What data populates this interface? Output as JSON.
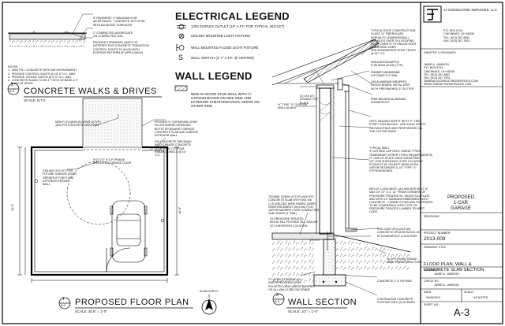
{
  "general_notes": {
    "items": [
      "NOTES:",
      "1.  4000 P.S.I. CONCRETE WITH AIR ENTRAINMENT",
      "2.  PROVIDE CONTROL JOINTS @ 10'-0\" O.C. MAX.",
      "3.  PROVIDE TOOLED JOINTS @ 4'-0\" O.C. MAX.",
      "4.  CONCRETE SLABS TO BE 4\" THICK W/ BASE & 2\"",
      "    THICK AT DRIVE."
    ],
    "top_labels": [
      "5\" PAVEMENT, 4\" WALKWAYS OR",
      "AS DETAILED.  CONCRETE SET LEVEL",
      "WITH ADJACENT SURFACES"
    ],
    "compact_label": [
      "2\" COMPACTED AGGREGATE",
      "ON COMPACTED SOIL"
    ],
    "expansion_label": [
      "PROVIDE EXPANSION JOINTS AT",
      "INTERSECTING CONCRETE TRANSITION.",
      "CONTROL JOINTS TO ALIGN WITH",
      "EXISTING PATTERN (IF APPLICABLE)"
    ]
  },
  "walks_drives": {
    "number": "2",
    "sheet": "A-3",
    "title": "CONCRETE WALKS & DRIVES",
    "scale": "SCALE: N.T.S"
  },
  "electrical_legend": {
    "title": "ELECTRICAL LEGEND",
    "items": [
      "120V DUPLEX OUTLET (18\" A.F.F. FOR TYPICAL OUTLET)",
      "CEILING MOUNTED LIGHT FIXTURE",
      "WALL MOUNTED FLOOD LIGHT FIXTURE",
      "WALL SWITCH (3'-7\" A.F.F. @ CENTER)"
    ],
    "switch_symbol": "S"
  },
  "wall_legend": {
    "title": "WALL LEGEND",
    "text": [
      "NEW 2X WOOD STUD WALL WITH ½\"",
      "GYPSUM BOARD ON ONE SIDE AND",
      "EXTERIOR SHEATHING/VINYL SIDING ON",
      "OTHER SIDE."
    ]
  },
  "floor_plan": {
    "number": "1",
    "sheet": "A-3",
    "title": "PROPOSED FLOOR PLAN",
    "scale": "SCALE: 3/16\" = 1'-0\"",
    "north": "PLAN NORTH",
    "notes": {
      "slab": [
        "NEW P-4\"(X)6X6-W1.4XW1.4(TYP.)",
        "3000 PSI CONCRETE DRIVEWAY"
      ],
      "expansion": [
        "PROVIDE ½\" EXPANSION JOINT",
        "FILLED WHERE DRIVEWAY",
        "BUTTS UP AGAINST GARAGE.",
        "CONCRETE SLAB AND GARAGE",
        "EXTERIOR WALL"
      ],
      "pin": [
        "PIN CONCRETE DRIVEWAY",
        "INTO GARAGE CONCRETE",
        "SLAB WITH 1\"(TYP.)#4",
        "REBAR DOWELS @ 16\"",
        "O.C."
      ],
      "door": [
        "9\"0\"X7'0\" R.S.P.-PRAISE",
        "INSULATED GARAGE DOOR"
      ],
      "ceiling": [
        "CEILING OUTLET FOR",
        "FUTURE GARAGE DOOR",
        "OPENER IF FIGHT AND",
        "A FROM EXTERIOR",
        "WALL"
      ],
      "left_dim": "18'-0\"",
      "right_dim": "16'-0\""
    }
  },
  "wall_section": {
    "number": "3",
    "sheet": "A-3",
    "title": "WALL SECTION",
    "scale": "SCALE: 1/2\" = 1'-0\"",
    "left_notes": {
      "top_plate": [
        "(2) 2X4 (3\")",
        "DOUBLE TOP",
        "PLATE"
      ],
      "gyp": [
        "½\" TYPE \"X\" GYPSUM",
        "WALL BOARD"
      ],
      "trowel": [
        "TROWEL FINISH 4\"(TYP) 4000 PSI",
        "CONCRETE SLAB WITH 6X6, 6/6",
        "(1.5) WELDED WIRE FABRIC (WWF)",
        "REINFORCEMENT ON 6 MIL POLY",
        "VAPOR BARRIER OVER COMPACTED",
        "SUB GRADE (4\" MIN.)"
      ],
      "treated": [
        "2X PRESSURE TREATED",
        "WOOD SILL PROVIDE SILL SEALER",
        "AT CONSISTENT LOCATION"
      ],
      "spray": [
        "3\" LAYER OF SPRAY-ON",
        "WATERPROOFING & MIL",
        "POLYETHYLENE VAPOR BARRIER",
        "ON ALL WALLS BELOW GRADE"
      ]
    },
    "right_notes": {
      "roof": [
        "TYPICAL ROOF CONSTRUCTION:",
        "CLASS \"A\" FIBERGLASS",
        "ASPHALTIC (DIMENSIONAL)",
        "SHINGLES OVER 15 # ROOFING",
        "FELTS OVER ½\" PLYWOOD ROOF",
        "SHEATHING OVER",
        "PRE-ENGINEERED ROOF TRUSS",
        "@ 24\" O.C."
      ],
      "insulation": [
        "INSULATION BAFFLE",
        "R-38 INSULATION (TYP.)"
      ],
      "rubber": [
        "RUBBER MEMBRANE",
        "ICE DAMS 5'-0\" MIN."
      ],
      "fascia": [
        "1X8 ALUMINUM WRAPPED",
        "FASCIA BOARD, METAL DRIP",
        "WITH PREFINISHED 5\" GUTTER"
      ],
      "downspout": [
        "PREFINISHED ALUMINUM",
        "DOWNSPOUT"
      ],
      "soffit": [
        "VINYL BEADED SOFFIT WITH \"F\" TRIM",
        "STRIP CONTINUOUS.  USE SOLID SOFFIT",
        "ON RAKE ENDS AND PERFORATED ON",
        "THE GUTTER ENDS."
      ],
      "wall": [
        "TYPICAL WALL:",
        "4\" OUTSIDE LAP VINYL SIDING TYVEK",
        "HOMEWRAP (OTHER TYVEK REQUIREMENTS)",
        "½\" OSB OF PLATE OVER SHEATHING",
        "1/2\" OSB SHEATHING OVER 2X4 WOOD",
        "STUDS AT 16\" ON BATT INSULATION",
        "VAPOR RETARDER & 1/2\" TYPE \"X\"",
        "GYPSUM BOARD"
      ],
      "anchor": [
        "5/8\"x10\" LONG BENT LAG ANCHOR BOLT AT",
        "MAX OF 72\" O.C. 12\" FROM CORNERS OF",
        "PRESSURE TREATED SL. WOOD SILL PLATE",
        "AND WITH 12\" MINIMUM EMBEDMENT INTO",
        "CONCRETE.  CONNECTIONS AND FASTENERS",
        "TO BE COMPATIBLE WITH TYPE OF",
        "PRESSURE TREATED LUMBER TO MEET",
        "CODE"
      ],
      "pier": [
        "PRE-CAST 20\"(L)X24\"(W)",
        "CONCRETE SPLASH BLOCK W/",
        "AT DOWNSPOUT LOCATIONS"
      ],
      "grade": [
        "SLOPE FINISH GRADE",
        "AWAY FROM STRUCTURE"
      ],
      "footing": [
        "CONCRETE 2'-3\" KEYWAY"
      ],
      "cont": [
        "CONTINUOUS CONCRETE",
        "FOOTING WITH (2) #4 BARS"
      ]
    }
  },
  "title_block": {
    "company": "JJ CONSULTING SERVICES, LLC",
    "address": [
      "P.O. BOX 8744",
      "CINCINNATI, OH 45208",
      "TEL: (513) 287-4652",
      "FAX: (513) 287-7903"
    ],
    "drafter_label": "DRAFTER & DESIGNER:",
    "drafter": [
      "JAMIE A. JAMISON",
      "P.O. BOX 8744",
      "CINCINNATI, OH 45208",
      "TEL: (513) 287-4652",
      "FAX: (513) 287-7903",
      "JAMIE@JJCONSULTINGSERVICES.COM",
      "WWW.JJDRAFTINGSERVICES.COM"
    ],
    "project_title": [
      "PROPOSED",
      "1-CAR",
      "GARAGE"
    ],
    "revisions_label": "REVISIONS:",
    "project_number_label": "PROJECT NUMBER:",
    "project_number": "2013-009",
    "drawing_title_label": "DRAWING TITLE:",
    "drawing_title": [
      "FLOOR PLAN, WALL &",
      "CONCRETE SLAB SECTION"
    ],
    "drawn_by_label": "DRAWN BY:",
    "drawn_by": "JAMIE A. JAMISON",
    "check_by_label": "CHECK BY:",
    "check_by": "JAMIE A. JAMISON",
    "date_label": "DATE:",
    "date": "06/26/2013",
    "scale_label": "SCALE:",
    "scale": "AS NOTED",
    "sheet_label": "SHEET NO.:",
    "sheet": "A-3"
  }
}
